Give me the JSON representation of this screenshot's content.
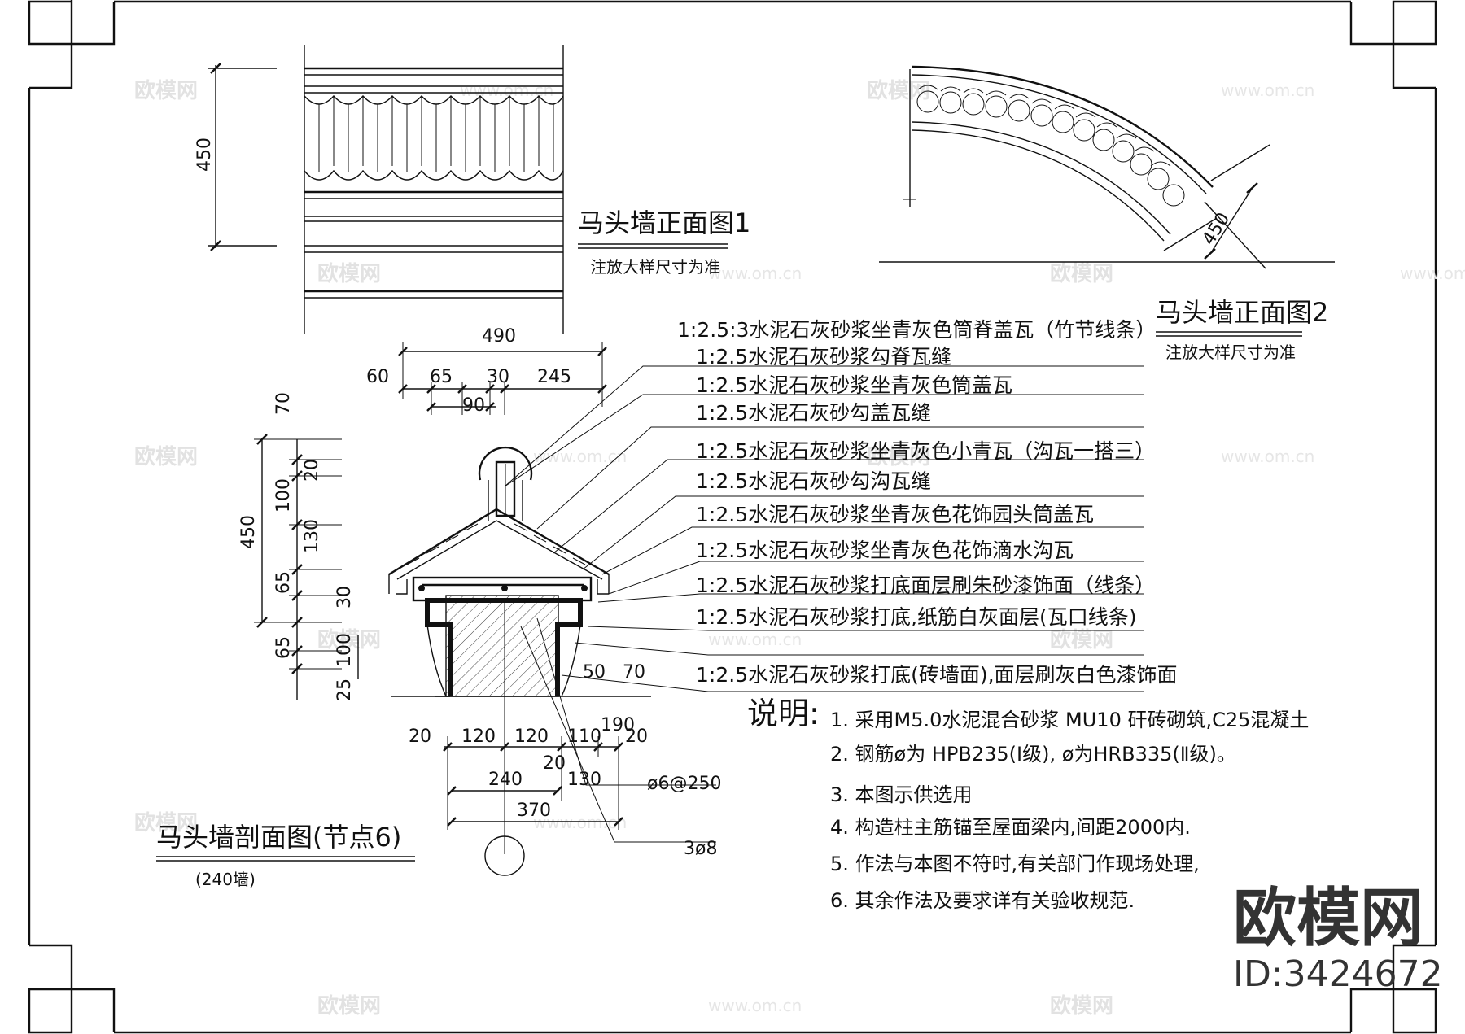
{
  "elevation1": {
    "title": "马头墙正面图1",
    "note": "注放大样尺寸为准",
    "dim_height": "450"
  },
  "elevation2": {
    "title": "马头墙正面图2",
    "note": "注放大样尺寸为准",
    "dim_height": "450"
  },
  "section": {
    "title": "马头墙剖面图(节点6)",
    "subtitle": "(240墙)",
    "top_dims": [
      "490",
      "60",
      "65",
      "30",
      "245",
      "90"
    ],
    "left_dims": [
      "70",
      "20",
      "100",
      "450",
      "130",
      "65",
      "30",
      "65",
      "100",
      "25"
    ],
    "bottom_dims": [
      "20",
      "120",
      "120",
      "110",
      "190",
      "20",
      "20",
      "130",
      "240",
      "370"
    ],
    "side_dims": [
      "50",
      "70"
    ],
    "rebar_labels": [
      "ø6@250",
      "3ø8"
    ]
  },
  "callouts": [
    "1:2.5:3水泥石灰砂浆坐青灰色筒脊盖瓦（竹节线条）",
    "1:2.5水泥石灰砂浆勾脊瓦缝",
    "1:2.5水泥石灰砂浆坐青灰色筒盖瓦",
    "1:2.5水泥石灰砂勾盖瓦缝",
    "1:2.5水泥石灰砂浆坐青灰色小青瓦（沟瓦一搭三）",
    "1:2.5水泥石灰砂勾沟瓦缝",
    "1:2.5水泥石灰砂浆坐青灰色花饰园头筒盖瓦",
    "1:2.5水泥石灰砂浆坐青灰色花饰滴水沟瓦",
    "1:2.5水泥石灰砂浆打底面层刷朱砂漆饰面（线条）",
    "1:2.5水泥石灰砂浆打底,纸筋白灰面层(瓦口线条)",
    "1:2.5水泥石灰砂浆打底(砖墙面),面层刷灰白色漆饰面"
  ],
  "notes": {
    "heading": "说明:",
    "items": [
      "1. 采用M5.0水泥混合砂浆 MU10 矸砖砌筑,C25混凝土",
      "2. 钢筋ø为 HPB235(Ⅰ级), ø为HRB335(Ⅱ级)。",
      "3.  本图示供选用",
      "4.  构造柱主筋锚至屋面梁内,间距2000内.",
      "5.  作法与本图不符时,有关部门作现场处理,",
      "6.  其余作法及要求详有关验收规范."
    ]
  },
  "brand": {
    "name": "欧模网",
    "id": "ID:3424672"
  },
  "watermark": {
    "text": "欧模网",
    "url": "www.om.cn"
  }
}
